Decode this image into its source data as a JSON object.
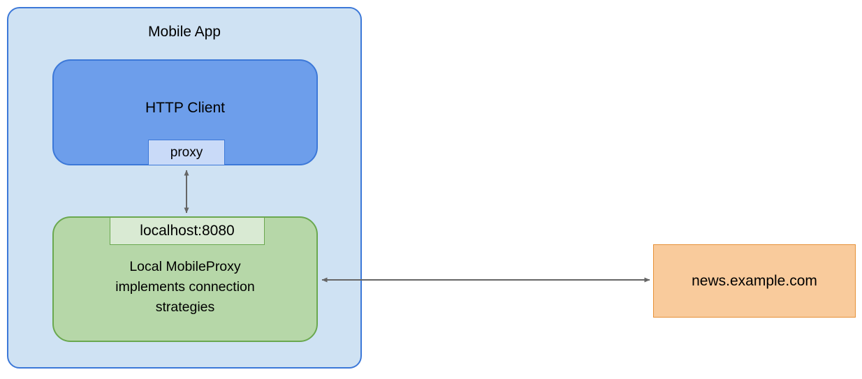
{
  "diagram": {
    "mobile_app": {
      "label": "Mobile App"
    },
    "http_client": {
      "label": "HTTP Client"
    },
    "proxy_port": {
      "label": "proxy"
    },
    "local_proxy": {
      "port_label": "localhost:8080",
      "label": "Local MobileProxy implements connection strategies"
    },
    "remote_server": {
      "label": "news.example.com"
    },
    "connections": [
      {
        "from": "proxy",
        "to": "localhost:8080",
        "bidirectional": true
      },
      {
        "from": "Local MobileProxy",
        "to": "news.example.com",
        "bidirectional": true
      }
    ]
  },
  "colors": {
    "mobile_app_fill": "#cfe2f3",
    "mobile_app_border": "#3c78d8",
    "http_client_fill": "#6d9eeb",
    "http_client_border": "#3c78d8",
    "proxy_fill": "#c9daf8",
    "local_proxy_fill": "#b6d7a8",
    "local_proxy_border": "#6aa84f",
    "port_fill": "#d9ead3",
    "remote_server_fill": "#f9cb9c",
    "remote_server_border": "#e69138",
    "arrow": "#666666",
    "text": "#000000"
  }
}
